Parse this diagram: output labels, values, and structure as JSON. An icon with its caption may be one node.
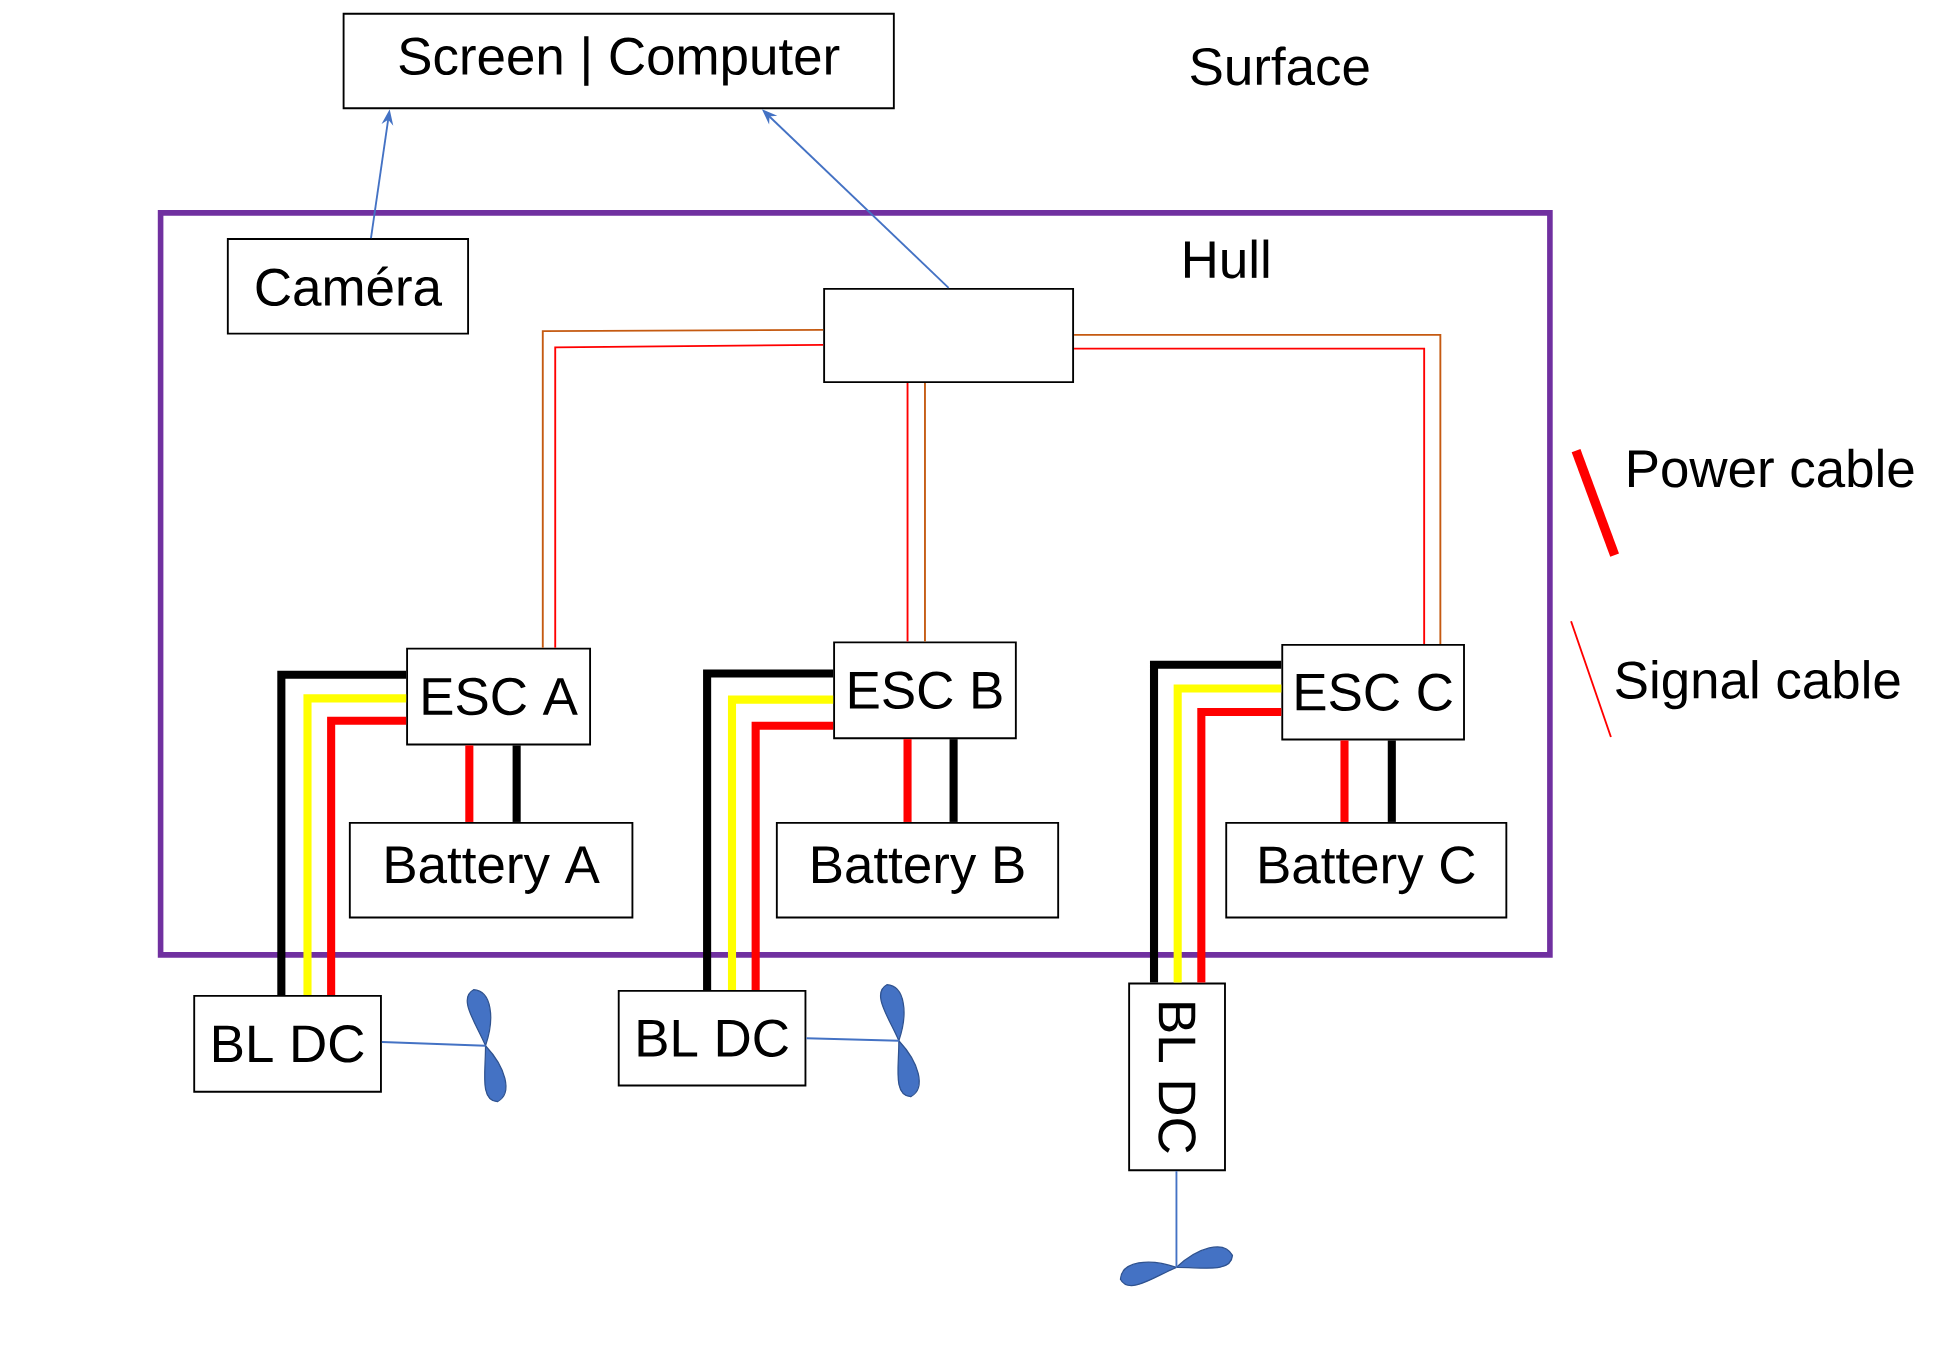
{
  "diagram": {
    "nodes": [
      {
        "text": [
          "Screen | Computer"
        ]
      },
      {
        "text": [
          "Hull"
        ]
      },
      {
        "text": [
          "Caméra"
        ],
        "in": 1
      },
      {
        "text": [],
        "shape": "box",
        "in": 1
      },
      {
        "text": [
          "ESC A"
        ],
        "in": 1
      },
      {
        "text": [
          "Battery A"
        ],
        "in": 1
      },
      {
        "text": [
          "ESC B"
        ],
        "in": 1
      },
      {
        "text": [
          "Battery B"
        ],
        "in": 1
      },
      {
        "text": [
          "ESC C"
        ],
        "in": 1
      },
      {
        "text": [
          "Battery C"
        ],
        "in": 1
      },
      {
        "text": [
          "BL DC"
        ]
      },
      {
        "text": [],
        "shape": "propeller"
      },
      {
        "text": [
          "BL DC"
        ]
      },
      {
        "text": [],
        "shape": "propeller"
      },
      {
        "text": [
          "BL DC"
        ]
      },
      {
        "text": [],
        "shape": "propeller"
      }
    ],
    "edges": [
      {
        "from": 2,
        "to": 0,
        "arrow": "to",
        "color": "#4472c4"
      },
      {
        "from": 3,
        "to": 0,
        "arrow": "to",
        "color": "#4472c4"
      },
      {
        "from": 3,
        "to": 4,
        "arrow": "none",
        "color": "#c55a11"
      },
      {
        "from": 3,
        "to": 4,
        "arrow": "none",
        "color": "#ff0000"
      },
      {
        "from": 3,
        "to": 6,
        "arrow": "none",
        "color": "#ff0000"
      },
      {
        "from": 3,
        "to": 6,
        "arrow": "none",
        "color": "#c55a11"
      },
      {
        "from": 3,
        "to": 8,
        "arrow": "none",
        "color": "#c55a11"
      },
      {
        "from": 3,
        "to": 8,
        "arrow": "none",
        "color": "#ff0000"
      },
      {
        "from": 4,
        "to": 5,
        "arrow": "none",
        "color": "#ff0000"
      },
      {
        "from": 4,
        "to": 5,
        "arrow": "none",
        "color": "#000000"
      },
      {
        "from": 6,
        "to": 7,
        "arrow": "none",
        "color": "#ff0000"
      },
      {
        "from": 6,
        "to": 7,
        "arrow": "none",
        "color": "#000000"
      },
      {
        "from": 8,
        "to": 9,
        "arrow": "none",
        "color": "#ff0000"
      },
      {
        "from": 8,
        "to": 9,
        "arrow": "none",
        "color": "#000000"
      },
      {
        "from": 4,
        "to": 10,
        "arrow": "none",
        "color": "#000000"
      },
      {
        "from": 4,
        "to": 10,
        "arrow": "none",
        "color": "#ffff00"
      },
      {
        "from": 4,
        "to": 10,
        "arrow": "none",
        "color": "#ff0000"
      },
      {
        "from": 6,
        "to": 12,
        "arrow": "none",
        "color": "#000000"
      },
      {
        "from": 6,
        "to": 12,
        "arrow": "none",
        "color": "#ffff00"
      },
      {
        "from": 6,
        "to": 12,
        "arrow": "none",
        "color": "#ff0000"
      },
      {
        "from": 8,
        "to": 14,
        "arrow": "none",
        "color": "#000000"
      },
      {
        "from": 8,
        "to": 14,
        "arrow": "none",
        "color": "#ffff00"
      },
      {
        "from": 8,
        "to": 14,
        "arrow": "none",
        "color": "#ff0000"
      },
      {
        "from": 10,
        "to": 11,
        "arrow": "none",
        "color": "#4472c4"
      },
      {
        "from": 12,
        "to": 13,
        "arrow": "none",
        "color": "#4472c4"
      },
      {
        "from": 14,
        "to": 15,
        "arrow": "none",
        "color": "#4472c4"
      }
    ],
    "labels": [
      "Surface"
    ],
    "legend": [
      {
        "text": "Power cable"
      },
      {
        "text": "Signal cable"
      }
    ]
  }
}
